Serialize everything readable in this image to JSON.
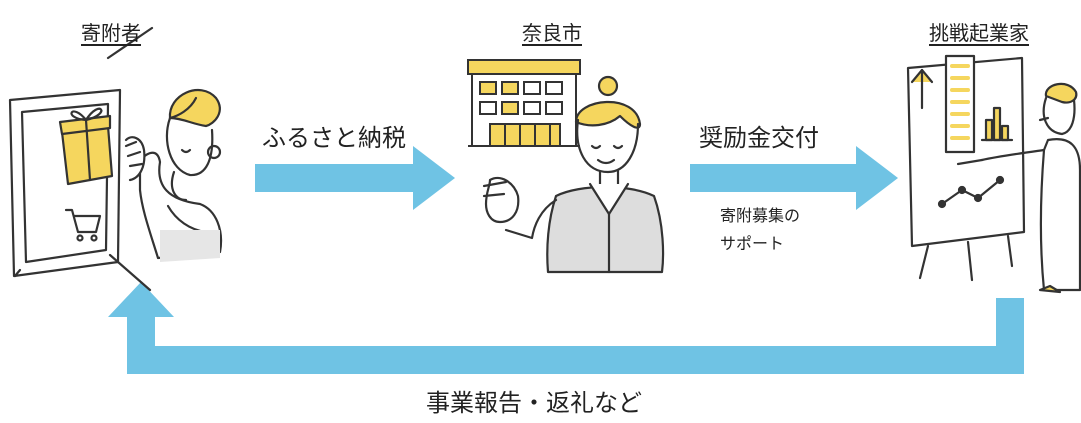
{
  "nodes": {
    "donor": "寄附者",
    "city": "奈良市",
    "entrepreneur": "挑戦起業家"
  },
  "arrows": {
    "tax": "ふるさと納税",
    "grant": "奨励金交付",
    "support_line1": "寄附募集の",
    "support_line2": "サポート",
    "return": "事業報告・返礼など"
  },
  "colors": {
    "arrow": "#6fc3e4",
    "accent": "#f5d65e",
    "line": "#333333"
  },
  "icons": {
    "donor": "person-with-tablet-illustration",
    "city": "city-hall-and-staff-illustration",
    "entrepreneur": "entrepreneur-presenting-chart-illustration"
  }
}
